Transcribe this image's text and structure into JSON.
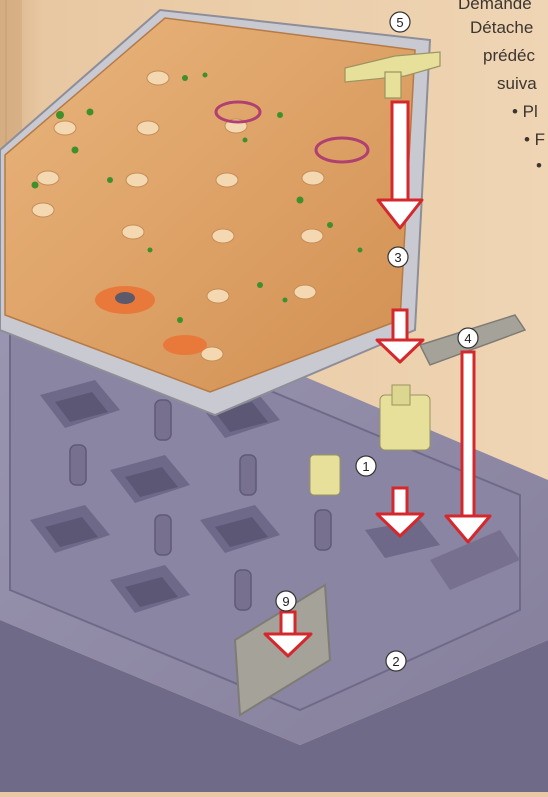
{
  "instructions": {
    "lines": [
      "Demande",
      "Détache",
      "prédéc",
      "suiva",
      "• Pl",
      "• F",
      "•"
    ]
  },
  "callouts": {
    "c1": "1",
    "c2": "2",
    "c3": "3",
    "c4": "4",
    "c5": "5",
    "c9": "9"
  },
  "colors": {
    "background_wood": "#e9c9a3",
    "tray_purple": "#8f8aa6",
    "board_wood": "#e2a868",
    "arrow_red": "#d4282c",
    "token_yellow": "#e6e09a"
  }
}
